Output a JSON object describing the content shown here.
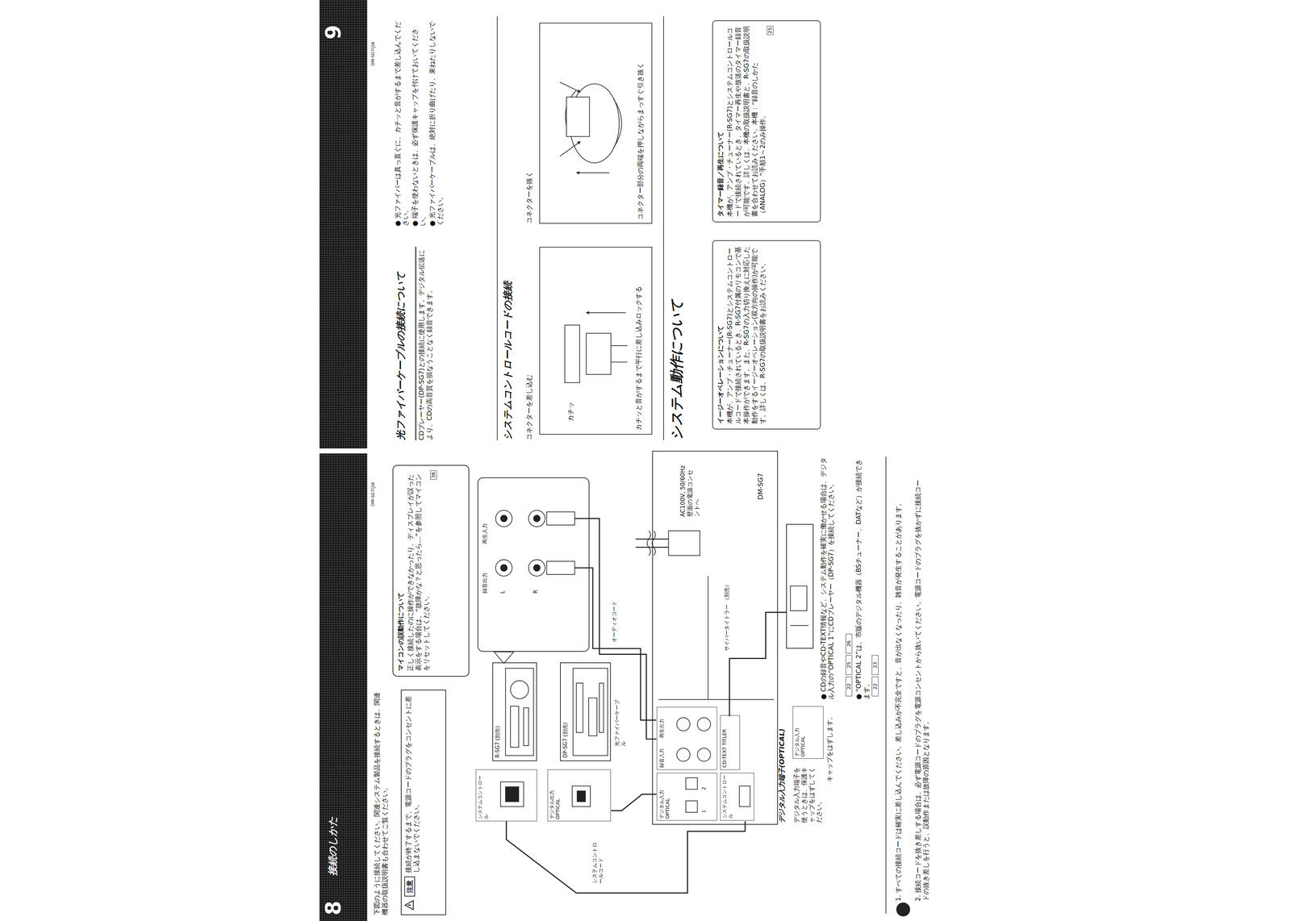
{
  "diagram": {
    "nodes": [
      {
        "text": [
          "マイコンの誤動作について",
          "正しく接続したのに操作ができなかったり、ディスプレイが誤った表示をする場合は、“故障かな？と思ったら…”を参照してマイコンをリセットしてください。",
          "36"
        ]
      },
      {
        "text": [
          "注意",
          "接続が終了するまで、電源コードのプラグをコンセントに差し込まないでください。"
        ]
      },
      {
        "text": [
          "R-SG7 (別売)"
        ]
      },
      {
        "text": [
          "録音出力",
          "再生入力",
          "L",
          "R"
        ]
      },
      {
        "text": [
          "DP-SG7 (別売)"
        ]
      },
      {
        "text": [
          "システムコントロール"
        ]
      },
      {
        "text": [
          "デジタル出力 OPTICAL"
        ]
      },
      {
        "text": [
          "DM-SG7"
        ]
      },
      {
        "text": [
          "デジタル入力 OPTICAL",
          "1",
          "2"
        ],
        "in": 7
      },
      {
        "text": [
          "録音入力",
          "再生出力"
        ],
        "in": 7
      },
      {
        "text": [
          "CD-TEXT TITLER"
        ],
        "in": 7
      },
      {
        "text": [
          "システムコントロール"
        ],
        "in": 7
      },
      {
        "text": [
          "サイバータイトラー （別売）"
        ]
      },
      {
        "text": [
          "デジタル入力 OPTICAL"
        ]
      },
      {
        "text": [
          "カチッと音がするまで平行に差し込みロックする"
        ]
      },
      {
        "text": [
          "コネクター部分の両端を押しながらまっすぐ引き抜く"
        ]
      },
      {
        "text": [
          "イージーオペレーションについて",
          "本機が、アンプ・チューナー(R-SG7)とシステムコントロールコードで接続されているとき、R-SG7付属のリモコンで基本操作ができます。また、R-SG7の入力切り換えに対応した動作をするイージーオペレーション(双方向の操作)が可能です。詳しくは、R-SG7の取扱説明書をお読みください。"
        ]
      },
      {
        "text": [
          "タイマー録音／再生について",
          "本機が、アンプ・チューナー(R-SG7)とシステムコントロールコードで接続されているとき、タイマー再生や放送のタイマー録音が可能です。詳しくは、本機の取扱説明書と、R-SG7の取扱説明書を合わせてお読みください。本機：“録音のしかた（ANALOG）”手順1～2のみ操作。",
          "25"
        ]
      }
    ],
    "edges": [
      {
        "from": 6,
        "to": 8,
        "label": "光ファイバーケーブル",
        "arrow": "none"
      },
      {
        "from": 5,
        "to": 11,
        "label": "システムコントロールコード",
        "arrow": "none"
      },
      {
        "from": 3,
        "to": 9,
        "label": "オーディオコード",
        "arrow": "none"
      },
      {
        "from": 12,
        "to": 10,
        "arrow": "none"
      }
    ],
    "labels": [
      "9",
      "DM-SG7(J)A",
      "光ファイバーケーブルの接続について",
      "CDプレーヤー(DP-SG7)との接続に使用します。デジタル伝送により、CDの高音質を損なうことなく録音できます。",
      "● 光ファイバーは真っ直ぐに、カチッと音がするまで差し込んでください。",
      "● 端子を使わないときは、必ず保護キャップを付けておいてください。",
      "● 光ファイバーケーブルは、絶対に折り曲げたり、束ねたりしないでください。",
      "システムコントロールコードの接続",
      "コネクターを差し込む",
      "カチッ",
      "コネクターを抜く",
      "システム動作について",
      "8",
      "接続のしかた",
      "DM-SG7(J)A",
      "下図のように接続してください。関連システム製品を接続するときは、関連機器の取扱説明書も合わせてご覧ください。",
      "AC100V, 50/60Hz 壁面の電源コンセントへ",
      "デジタル入力端子(OPTICAL)",
      "デジタル入力端子を使うときは、保護キャップをはずしてください。",
      "キャップをはずします。",
      "● CDの録音やCD-TEXT情報など、システム動作を確実に働かせる場合は、デジタル入力の“OPTICAL 1”にCDプレーヤー（DP-SG7）を接続してください。",
      "22",
      "25",
      "26",
      "● “OPTICAL 2”は、市販のデジタル機器（BSチューナー、DATなど）が接続できます。",
      "22",
      "23",
      "1. すべての接続コードは確実に差し込んでください。差し込みが不完全ですと、音が出なくなったり、雑音が発生することがあります。",
      "2. 接続コードを抜き差しする場合は、必ず電源コードのプラグを電源コンセントから抜いてください。電源コードのプラグを抜かずに接続コードの抜き差しを行うと、誤動作または故障の原因となります。"
    ]
  }
}
